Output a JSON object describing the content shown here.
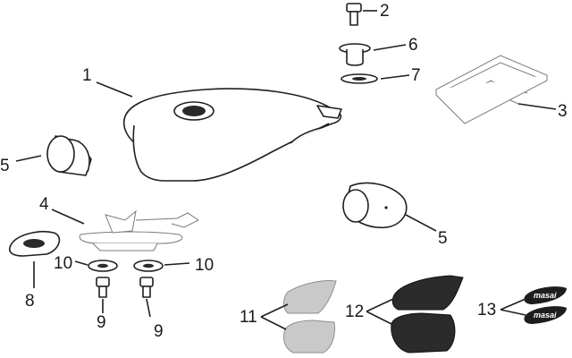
{
  "diagram": {
    "callouts": [
      {
        "id": "c1",
        "text": "1"
      },
      {
        "id": "c2",
        "text": "2"
      },
      {
        "id": "c3",
        "text": "3"
      },
      {
        "id": "c4",
        "text": "4"
      },
      {
        "id": "c5a",
        "text": "5"
      },
      {
        "id": "c5b",
        "text": "5"
      },
      {
        "id": "c6",
        "text": "6"
      },
      {
        "id": "c7",
        "text": "7"
      },
      {
        "id": "c8",
        "text": "8"
      },
      {
        "id": "c9a",
        "text": "9"
      },
      {
        "id": "c9b",
        "text": "9"
      },
      {
        "id": "c10a",
        "text": "10"
      },
      {
        "id": "c10b",
        "text": "10"
      },
      {
        "id": "c11",
        "text": "11"
      },
      {
        "id": "c12",
        "text": "12"
      },
      {
        "id": "c13",
        "text": "13"
      }
    ],
    "decal_logo_text": "masai"
  }
}
